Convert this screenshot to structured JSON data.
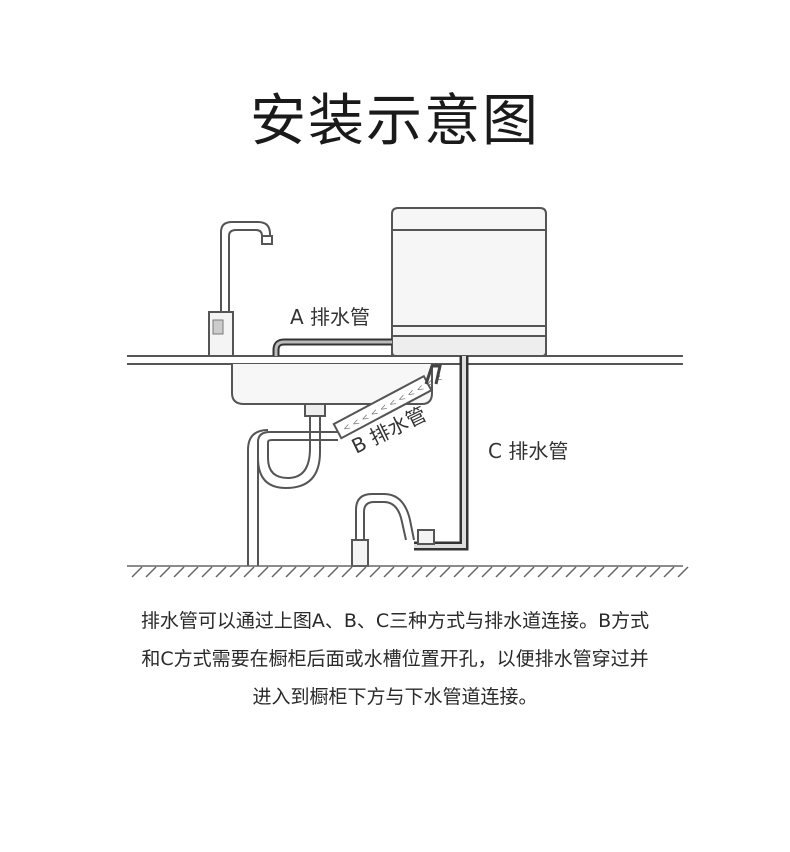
{
  "title": "安装示意图",
  "labels": {
    "a": "A 排水管",
    "b": "B 排水管",
    "c": "C 排水管"
  },
  "caption": {
    "line1": "排水管可以通过上图A、B、C三种方式与排水道连接。B方式",
    "line2": "和C方式需要在橱柜后面或水槽位置开孔，以便排水管穿过并",
    "line3": "进入到橱柜下方与下水管道连接。"
  },
  "colors": {
    "line": "#555555",
    "tube": "#444444",
    "fill": "#f4f4f4"
  }
}
